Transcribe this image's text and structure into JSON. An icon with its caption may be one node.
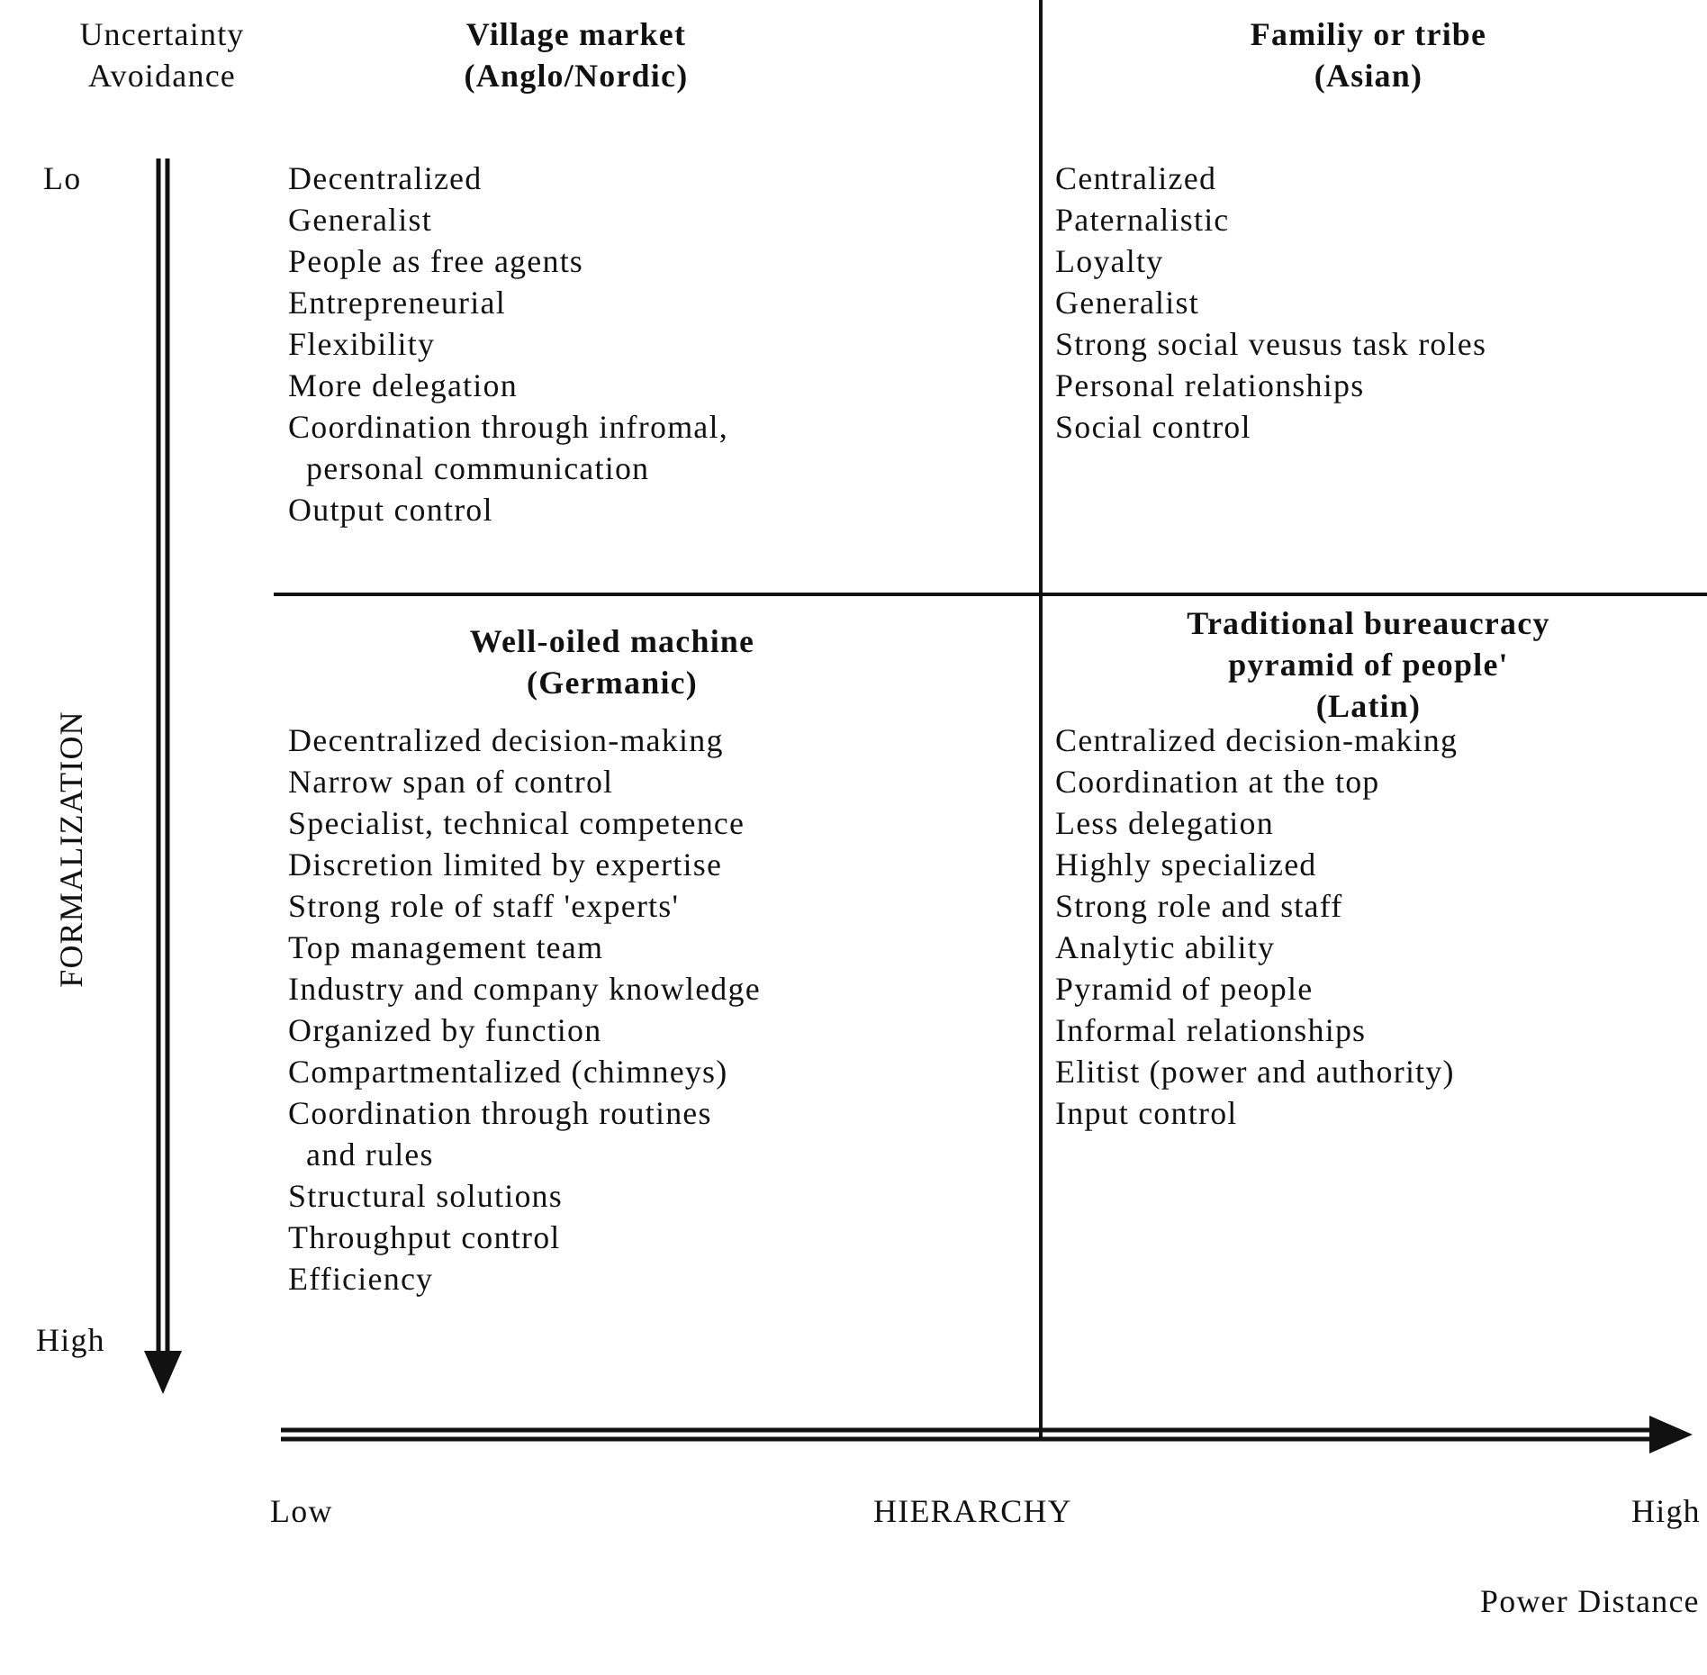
{
  "diagram": {
    "labels": [
      "Uncertainty Avoidance",
      "Village market (Anglo/Nordic)",
      "Familiy or tribe (Asian)",
      "Lo",
      "Decentralized",
      "Generalist",
      "People as free agents",
      "Entrepreneurial",
      "Flexibility",
      "More delegation",
      "Coordination through infromal, personal communication",
      "Output control",
      "Centralized",
      "Paternalistic",
      "Loyalty",
      "Generalist",
      "Strong social veusus task roles",
      "Personal relationships",
      "Social control",
      "FORMALIZATION",
      "Well-oiled machine (Germanic)",
      "Traditional bureaucracy pyramid of people' (Latin)",
      "Decentralized decision-making",
      "Narrow span of control",
      "Specialist, technical competence",
      "Discretion limited by expertise",
      "Strong role of staff 'experts'",
      "Top management team",
      "Industry and company knowledge",
      "Organized by function",
      "Compartmentalized (chimneys)",
      "Coordination through routines and rules",
      "Structural solutions",
      "Throughput control",
      "Efficiency",
      "Centralized decision-making",
      "Coordination at the top",
      "Less delegation",
      "Highly specialized",
      "Strong role and staff",
      "Analytic ability",
      "Pyramid of people",
      "Informal relationships",
      "Elitist (power and authority)",
      "Input control",
      "High",
      "Low",
      "HIERARCHY",
      "High",
      "Power Distance"
    ]
  }
}
